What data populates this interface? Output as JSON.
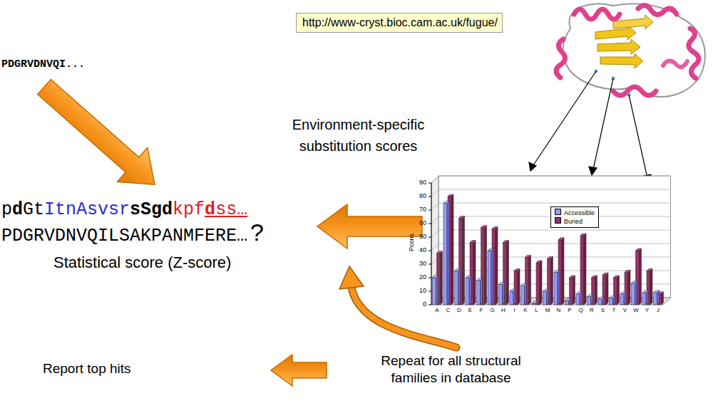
{
  "diagram": {
    "nodes": [
      {
        "text": [
          "http://www-cryst.bioc.cam.ac.uk/fugue/"
        ]
      }
    ],
    "labels": [
      "PDGRVDNVQI...",
      "Environment-specific substitution scores",
      "p",
      "d",
      "Gt",
      "ItnAsvsr",
      "sSgd",
      "kpf",
      "d",
      "ss…",
      "PDGRVDNVQILSAKPANMFERE…",
      "?",
      "Statistical score (Z-score)",
      "Report top hits",
      "Repeat for all structural families in database",
      "Pcons",
      "0",
      "10",
      "20",
      "30",
      "40",
      "50",
      "60",
      "70",
      "80",
      "90",
      "A",
      "C",
      "D",
      "E",
      "F",
      "G",
      "H",
      "I",
      "K",
      "L",
      "M",
      "N",
      "P",
      "Q",
      "R",
      "S",
      "T",
      "V",
      "W",
      "Y",
      "J"
    ],
    "legend": [
      {
        "text": "Accessible",
        "color": "#9999ff"
      },
      {
        "text": "Buried",
        "color": "#993366"
      }
    ]
  }
}
